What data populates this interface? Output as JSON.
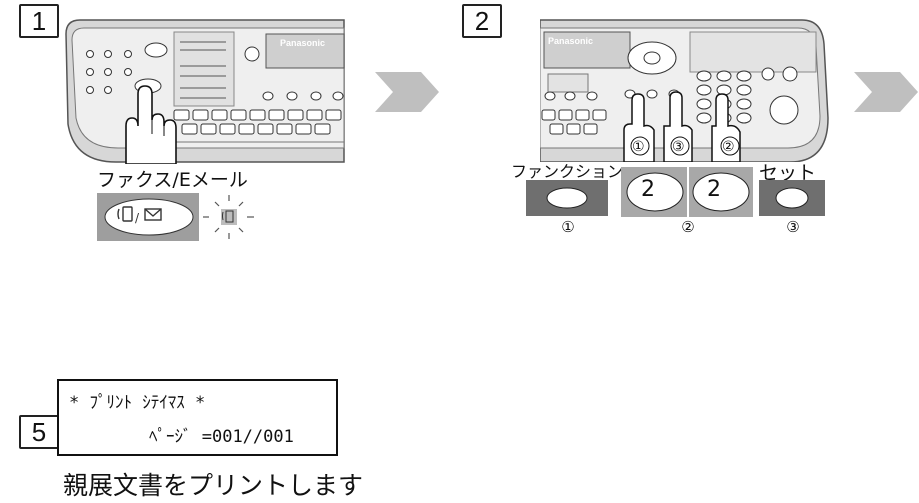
{
  "steps": {
    "step1": {
      "number": "1",
      "brand": "Panasonic",
      "key_label": "ファクス/Eメール"
    },
    "step2": {
      "number": "2",
      "brand": "Panasonic",
      "function_label": "ファンクション",
      "set_label": "セット",
      "digit_key_a": "2",
      "digit_key_b": "2",
      "marker_1": "①",
      "marker_2": "②",
      "marker_3": "③"
    },
    "step5": {
      "number": "5",
      "lcd_line1": "* ﾌﾟﾘﾝﾄ ｼﾃｲﾏｽ *",
      "lcd_line2": "ﾍﾟｰｼﾞ =001//001",
      "description": "親展文書をプリントします"
    }
  },
  "colors": {
    "arrow": "#bfbfbf",
    "panel_dark": "#6f6f6f",
    "panel_light": "#a8a8a8",
    "machine_body": "#e9e9e9",
    "machine_frame": "#9a9a9a"
  }
}
